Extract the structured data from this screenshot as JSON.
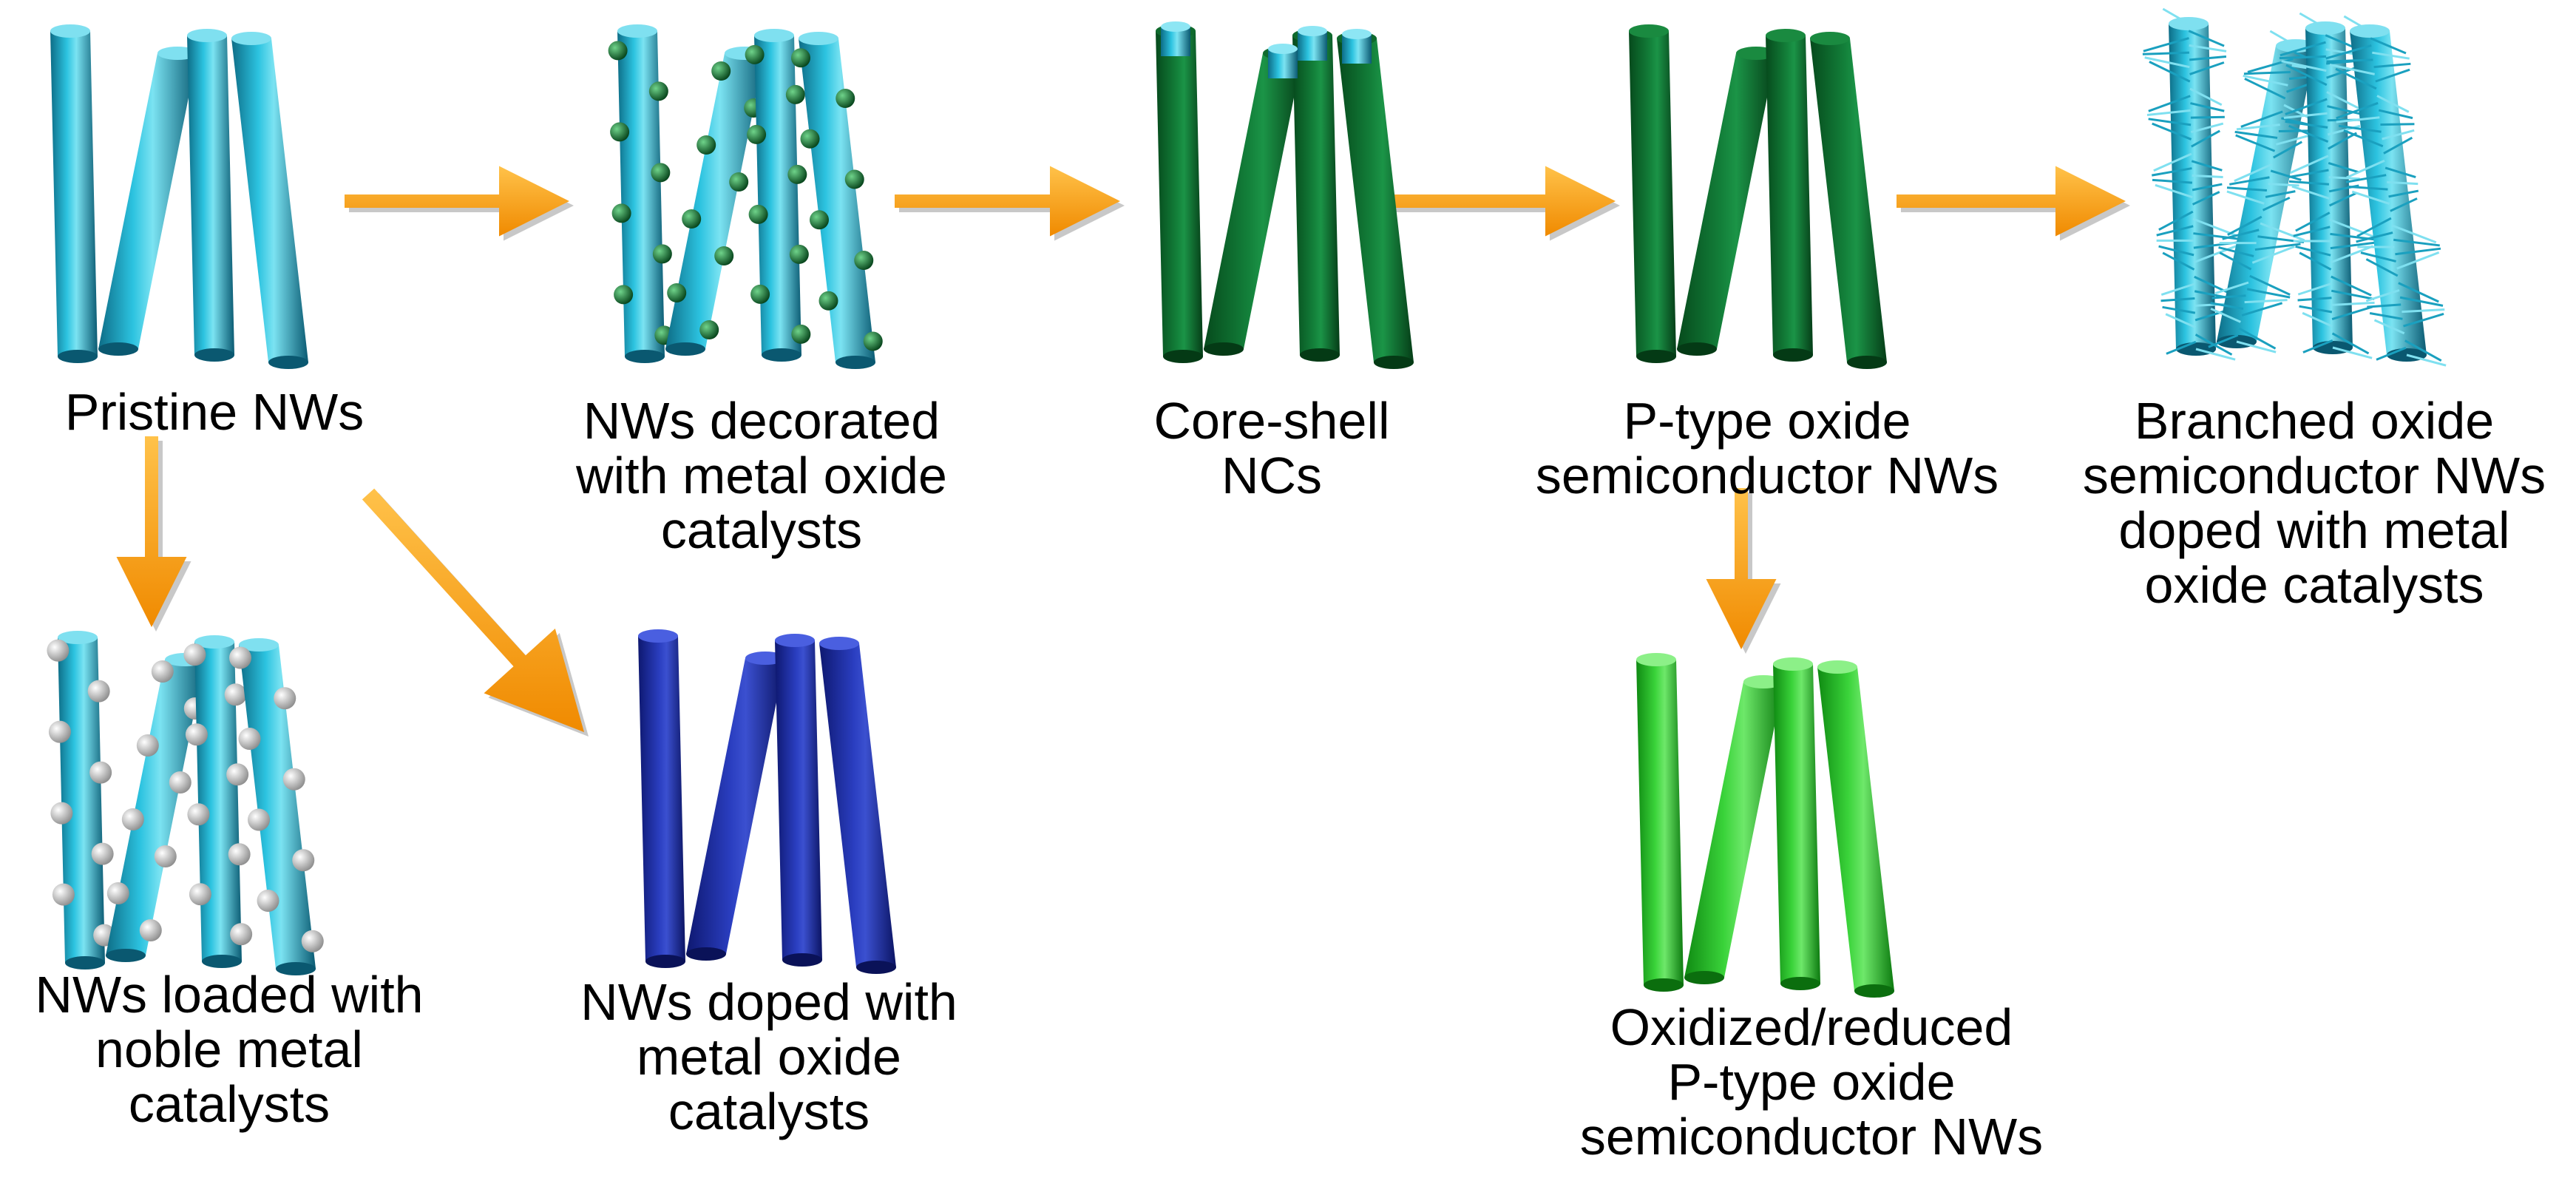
{
  "colors": {
    "cyan_wire": "#1aa0bf",
    "dark_green_wire": "#0a6a2a",
    "blue_wire": "#1e2ea0",
    "bright_green_wire": "#22b822",
    "arrow": "#f7a21b",
    "metal_oxide_particle": "#0b6a2e",
    "noble_metal_particle": "#e6e6e6"
  },
  "nodes": {
    "pristine": {
      "lines": [
        "Pristine NWs"
      ],
      "icon": "cyan-nanowire-bundle-icon"
    },
    "decorated": {
      "lines": [
        "NWs decorated",
        "with metal oxide",
        "catalysts"
      ],
      "icon": "decorated-nanowire-bundle-icon"
    },
    "coreshell": {
      "lines": [
        "Core-shell",
        "NCs"
      ],
      "icon": "core-shell-nanowire-bundle-icon"
    },
    "ptype": {
      "lines": [
        "P-type oxide",
        "semiconductor NWs"
      ],
      "icon": "dark-green-nanowire-bundle-icon"
    },
    "branched": {
      "lines": [
        "Branched oxide",
        "semiconductor NWs",
        "doped with metal",
        "oxide catalysts"
      ],
      "icon": "branched-nanowire-bundle-icon"
    },
    "loaded": {
      "lines": [
        "NWs loaded with",
        "noble metal",
        "catalysts"
      ],
      "icon": "noble-metal-loaded-nanowire-bundle-icon"
    },
    "doped": {
      "lines": [
        "NWs doped with",
        "metal oxide",
        "catalysts"
      ],
      "icon": "blue-nanowire-bundle-icon"
    },
    "oxidized": {
      "lines": [
        "Oxidized/reduced",
        "P-type oxide",
        "semiconductor NWs"
      ],
      "icon": "bright-green-nanowire-bundle-icon"
    }
  }
}
